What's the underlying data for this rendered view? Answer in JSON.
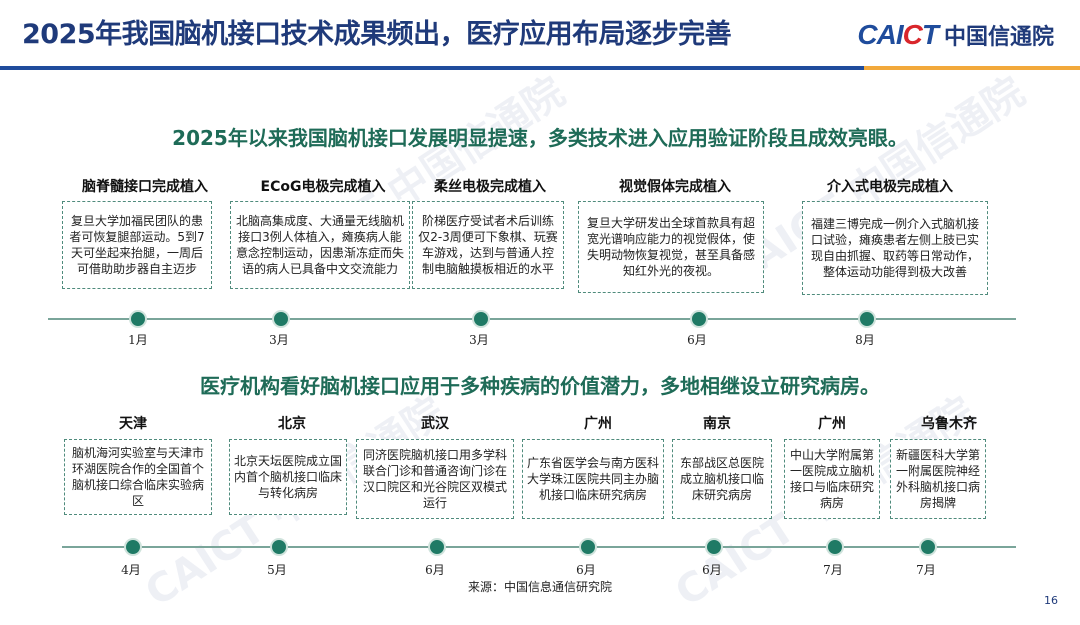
{
  "header": {
    "title": "2025年我国脑机接口技术成果频出，医疗应用布局逐步完善",
    "logo_mark": "CAICT",
    "logo_cn": "中国信通院",
    "accent": "#1f4c9c",
    "accent_secondary": "#f2a93b"
  },
  "section1": {
    "headline": "2025年以来我国脑机接口发展明显提速，多类技术进入应用验证阶段且成效亮眼。",
    "items": [
      {
        "label": "脑脊髓接口完成植入",
        "text": "复旦大学加福民团队的患者可恢复腿部运动。5到7天可坐起来抬腿，一周后可借助助步器自主迈步",
        "month": "1月"
      },
      {
        "label": "ECoG电极完成植入",
        "text": "北脑高集成度、大通量无线脑机接口3例人体植入，瘫痪病人能意念控制运动，因患渐冻症而失语的病人已具备中文交流能力",
        "month": "3月"
      },
      {
        "label": "柔丝电极完成植入",
        "text": "阶梯医疗受试者术后训练仅2-3周便可下象棋、玩赛车游戏，达到与普通人控制电脑触摸板相近的水平",
        "month": "3月"
      },
      {
        "label": "视觉假体完成植入",
        "text": "复旦大学研发出全球首款具有超宽光谱响应能力的视觉假体，使失明动物恢复视觉，甚至具备感知红外光的夜视。",
        "month": "6月"
      },
      {
        "label": "介入式电极完成植入",
        "text": "福建三博完成一例介入式脑机接口试验，瘫痪患者左侧上肢已实现自由抓握、取药等日常动作，整体运动功能得到极大改善",
        "month": "8月"
      }
    ]
  },
  "section2": {
    "headline": "医疗机构看好脑机接口应用于多种疾病的价值潜力，多地相继设立研究病房。",
    "items": [
      {
        "label": "天津",
        "text": "脑机海河实验室与天津市环湖医院合作的全国首个脑机接口综合临床实验病区",
        "month": "4月"
      },
      {
        "label": "北京",
        "text": "北京天坛医院成立国内首个脑机接口临床与转化病房",
        "month": "5月"
      },
      {
        "label": "武汉",
        "text": "同济医院脑机接口用多学科联合门诊和普通咨询门诊在汉口院区和光谷院区双模式运行",
        "month": "6月"
      },
      {
        "label": "广州",
        "text": "广东省医学会与南方医科大学珠江医院共同主办脑机接口临床研究病房",
        "month": "6月"
      },
      {
        "label": "南京",
        "text": "东部战区总医院成立脑机接口临床研究病房",
        "month": "6月"
      },
      {
        "label": "广州",
        "text": "中山大学附属第一医院成立脑机接口与临床研究病房",
        "month": "7月"
      },
      {
        "label": "乌鲁木齐",
        "text": "新疆医科大学第一附属医院神经外科脑机接口病房揭牌",
        "month": "7月"
      }
    ]
  },
  "footer": {
    "source": "来源：中国信息通信研究院",
    "page": "16"
  }
}
